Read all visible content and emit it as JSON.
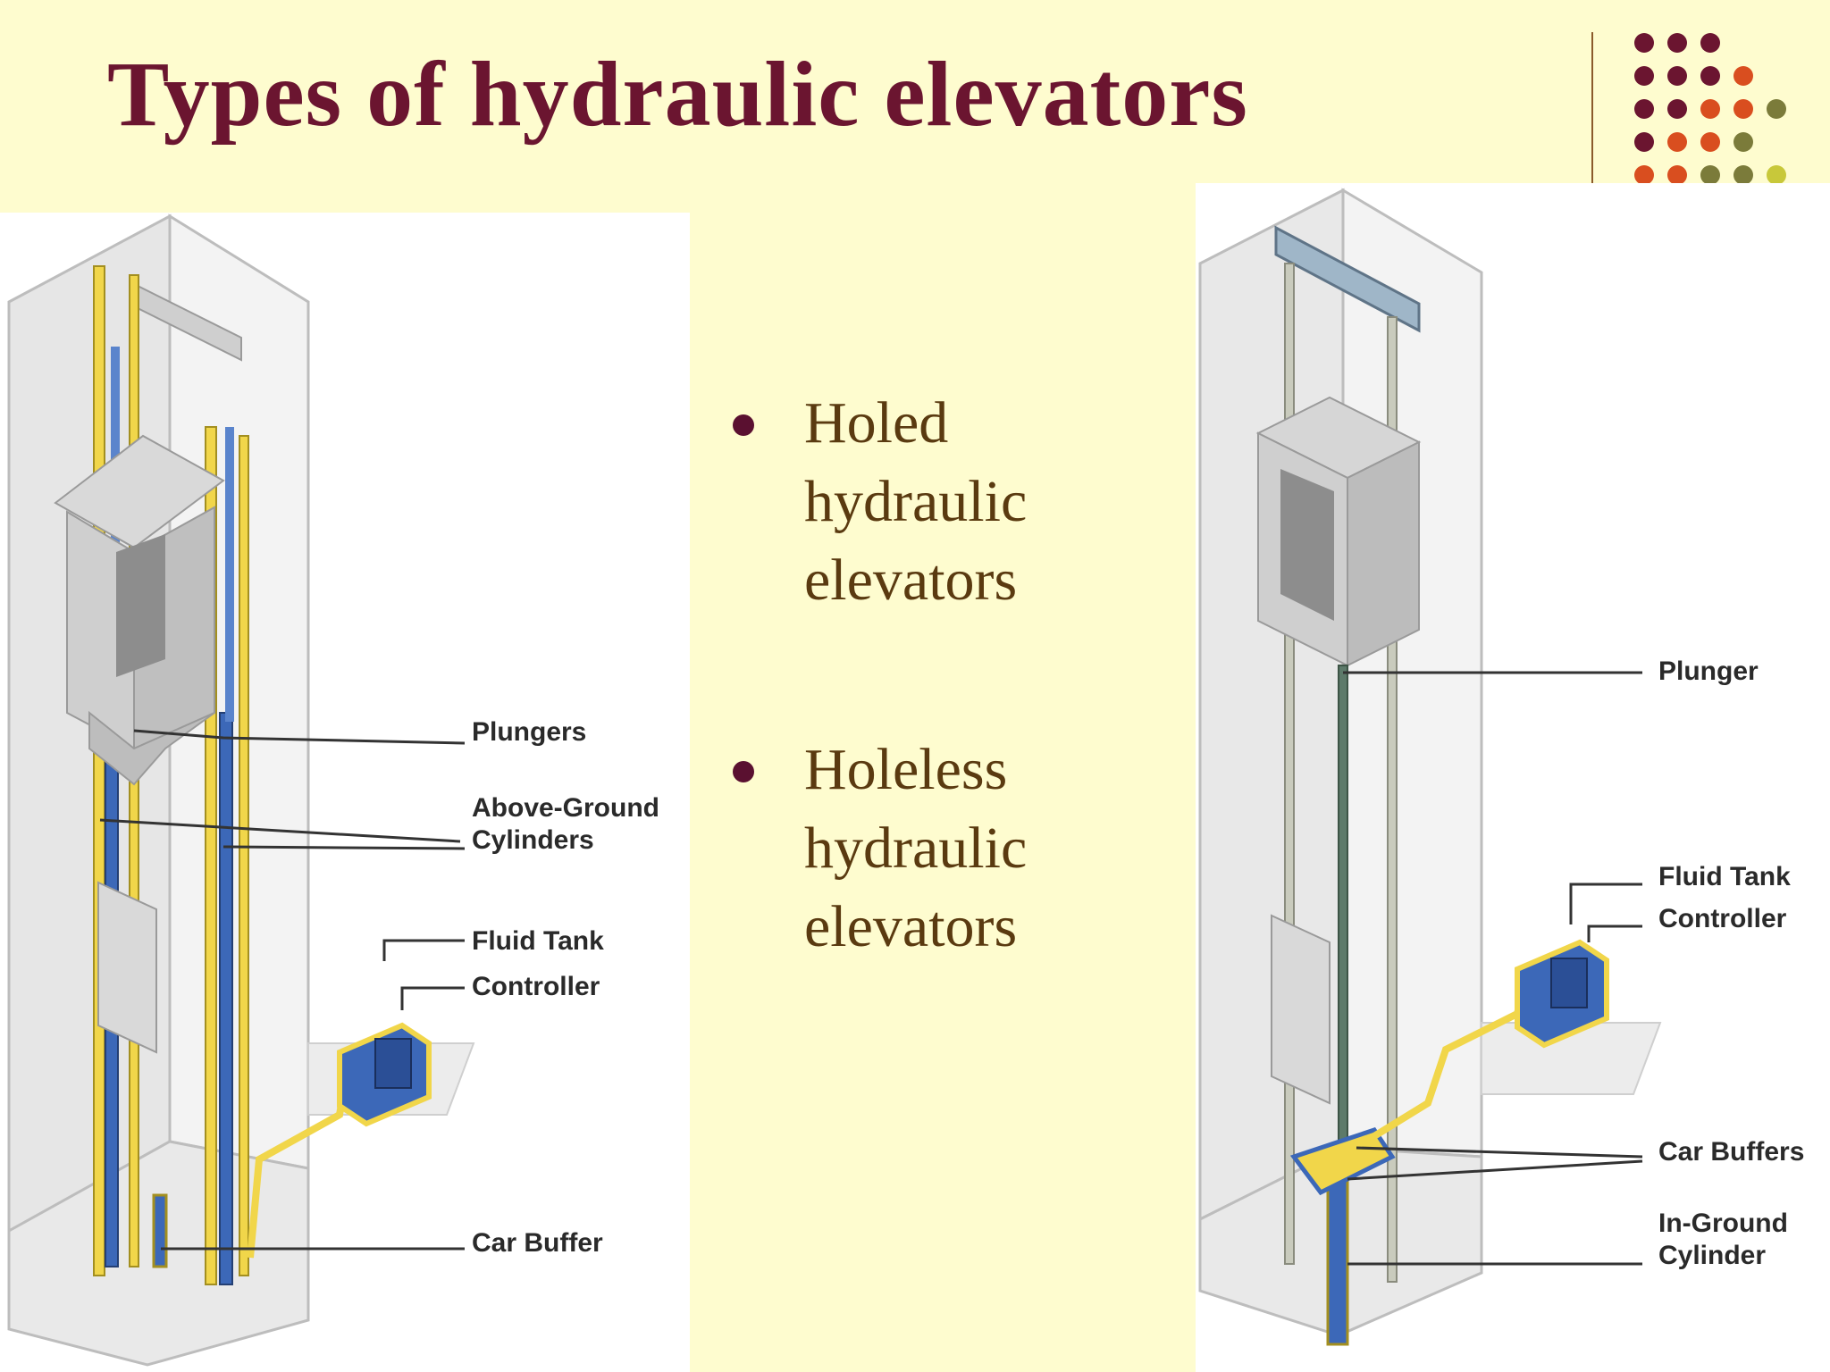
{
  "slide": {
    "title": "Types of hydraulic elevators",
    "accent_colors": [
      "#6b1530",
      "#d94e1f",
      "#7b7b3a",
      "#c8c83a"
    ]
  },
  "bullets": [
    {
      "text": "Holed hydraulic elevators"
    },
    {
      "text": "Holeless hydraulic elevators"
    }
  ],
  "left_diagram": {
    "labels": {
      "plungers": "Plungers",
      "above_ground": "Above-Ground",
      "cylinders": "Cylinders",
      "fluid_tank": "Fluid Tank",
      "controller": "Controller",
      "car_buffer": "Car Buffer"
    }
  },
  "right_diagram": {
    "labels": {
      "plunger": "Plunger",
      "fluid_tank": "Fluid Tank",
      "controller": "Controller",
      "car_buffers": "Car Buffers",
      "in_ground": "In-Ground",
      "cylinder": "Cylinder"
    }
  }
}
